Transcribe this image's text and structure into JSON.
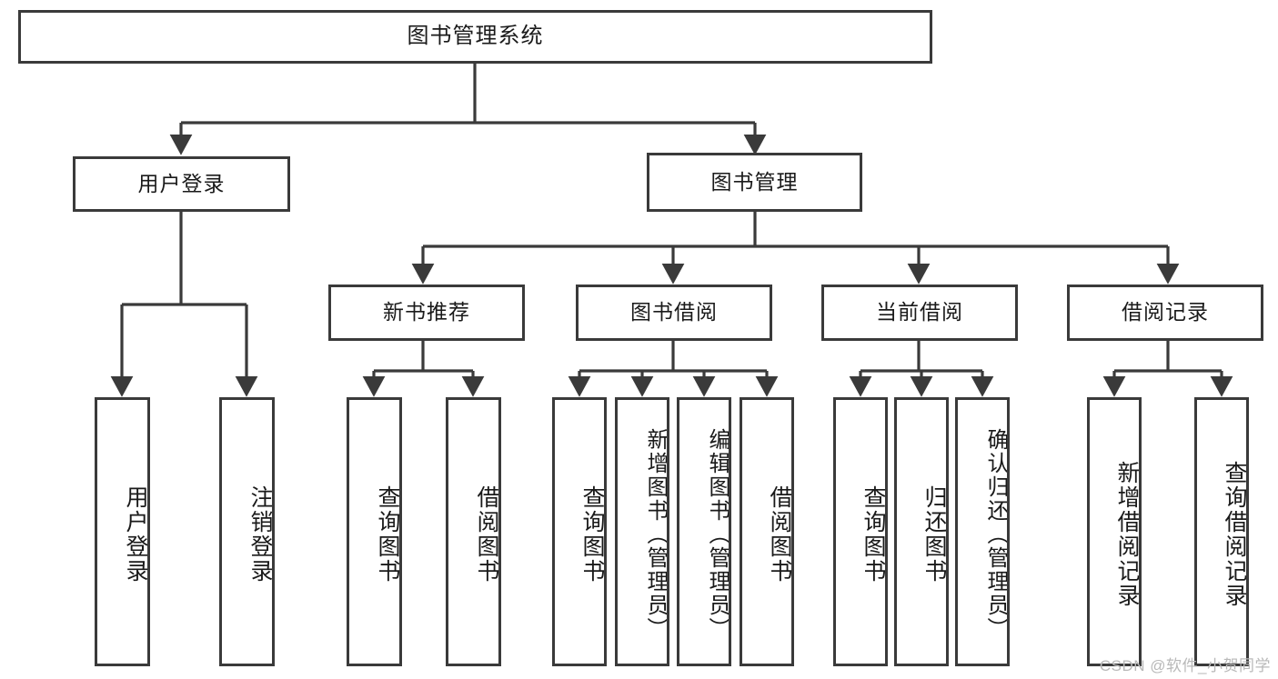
{
  "diagram": {
    "title": "图书管理系统",
    "watermark": "CSDN @软件_小贺同学",
    "stroke_color": "#3a3a3a",
    "text_color": "#1a1a1a",
    "background": "#ffffff"
  },
  "nodes": {
    "root": {
      "label": "图书管理系统"
    },
    "level1": [
      {
        "label": "用户登录"
      },
      {
        "label": "图书管理"
      }
    ],
    "level2": [
      {
        "label": "新书推荐"
      },
      {
        "label": "图书借阅"
      },
      {
        "label": "当前借阅"
      },
      {
        "label": "借阅记录"
      }
    ],
    "leaves": {
      "user_login": [
        {
          "label": "用户登录"
        },
        {
          "label": "注销登录"
        }
      ],
      "new_book": [
        {
          "label": "查询图书"
        },
        {
          "label": "借阅图书"
        }
      ],
      "book_borrow": [
        {
          "label": "查询图书"
        },
        {
          "label": "新增图书（管理员）"
        },
        {
          "label": "编辑图书（管理员）"
        },
        {
          "label": "借阅图书"
        }
      ],
      "current_borrow": [
        {
          "label": "查询图书"
        },
        {
          "label": "归还图书"
        },
        {
          "label": "确认归还（管理员）"
        }
      ],
      "borrow_record": [
        {
          "label": "新增借阅记录"
        },
        {
          "label": "查询借阅记录"
        }
      ]
    }
  },
  "chart_data": {
    "type": "diagram",
    "title": "图书管理系统",
    "tree": {
      "name": "图书管理系统",
      "children": [
        {
          "name": "用户登录",
          "children": [
            {
              "name": "用户登录"
            },
            {
              "name": "注销登录"
            }
          ]
        },
        {
          "name": "图书管理",
          "children": [
            {
              "name": "新书推荐",
              "children": [
                {
                  "name": "查询图书"
                },
                {
                  "name": "借阅图书"
                }
              ]
            },
            {
              "name": "图书借阅",
              "children": [
                {
                  "name": "查询图书"
                },
                {
                  "name": "新增图书（管理员）"
                },
                {
                  "name": "编辑图书（管理员）"
                },
                {
                  "name": "借阅图书"
                }
              ]
            },
            {
              "name": "当前借阅",
              "children": [
                {
                  "name": "查询图书"
                },
                {
                  "name": "归还图书"
                },
                {
                  "name": "确认归还（管理员）"
                }
              ]
            },
            {
              "name": "借阅记录",
              "children": [
                {
                  "name": "新增借阅记录"
                },
                {
                  "name": "查询借阅记录"
                }
              ]
            }
          ]
        }
      ]
    }
  }
}
